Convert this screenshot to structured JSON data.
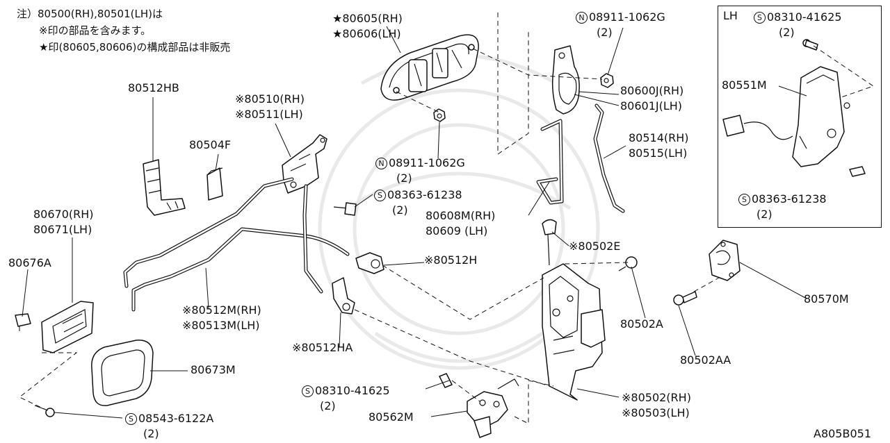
{
  "notes": {
    "line1": "注）80500(RH),80501(LH)は",
    "line2": "※印の部品を含みます。",
    "line3": "★印(80605,80606)の構成部品は非販売"
  },
  "lh_box": {
    "title": "LH"
  },
  "diagram_code": "A805B051",
  "callouts": {
    "p80605": {
      "line1": "★80605(RH)",
      "line2": "★80606(LH)"
    },
    "n08911_top": {
      "symbol": "N",
      "code": "08911-1062G",
      "qty": "(2)"
    },
    "s08310_box": {
      "symbol": "S",
      "code": "08310-41625",
      "qty": "(2)"
    },
    "p80512hb": {
      "text": "80512HB"
    },
    "p80510": {
      "line1": "※80510(RH)",
      "line2": "※80511(LH)"
    },
    "p80504f": {
      "text": "80504F"
    },
    "p80600j": {
      "line1": "80600J(RH)",
      "line2": "80601J(LH)"
    },
    "p80551m": {
      "text": "80551M"
    },
    "p80514": {
      "line1": "80514(RH)",
      "line2": "80515(LH)"
    },
    "n08911_mid": {
      "symbol": "N",
      "code": "08911-1062G",
      "qty": "(2)"
    },
    "s08363_mid": {
      "symbol": "S",
      "code": "08363-61238",
      "qty": "(2)"
    },
    "s08363_box": {
      "symbol": "S",
      "code": "08363-61238",
      "qty": "(2)"
    },
    "p80608m": {
      "line1": "80608M(RH)",
      "line2": "80609 (LH)"
    },
    "p80670": {
      "line1": "80670(RH)",
      "line2": "80671(LH)"
    },
    "p80676a": {
      "text": "80676A"
    },
    "p80502e": {
      "text": "※80502E"
    },
    "p80512h": {
      "text": "※80512H"
    },
    "p80570m": {
      "text": "80570M"
    },
    "p80512m": {
      "line1": "※80512M(RH)",
      "line2": "※80513M(LH)"
    },
    "p80502a": {
      "text": "80502A"
    },
    "p80512ha": {
      "text": "※80512HA"
    },
    "p80502aa": {
      "text": "80502AA"
    },
    "p80673m": {
      "text": "80673M"
    },
    "s08310_bot": {
      "symbol": "S",
      "code": "08310-41625",
      "qty": "(2)"
    },
    "p80502": {
      "line1": "※80502(RH)",
      "line2": "※80503(LH)"
    },
    "p80562m": {
      "text": "80562M"
    },
    "s08543": {
      "symbol": "S",
      "code": "08543-6122A",
      "qty": "(2)"
    }
  }
}
